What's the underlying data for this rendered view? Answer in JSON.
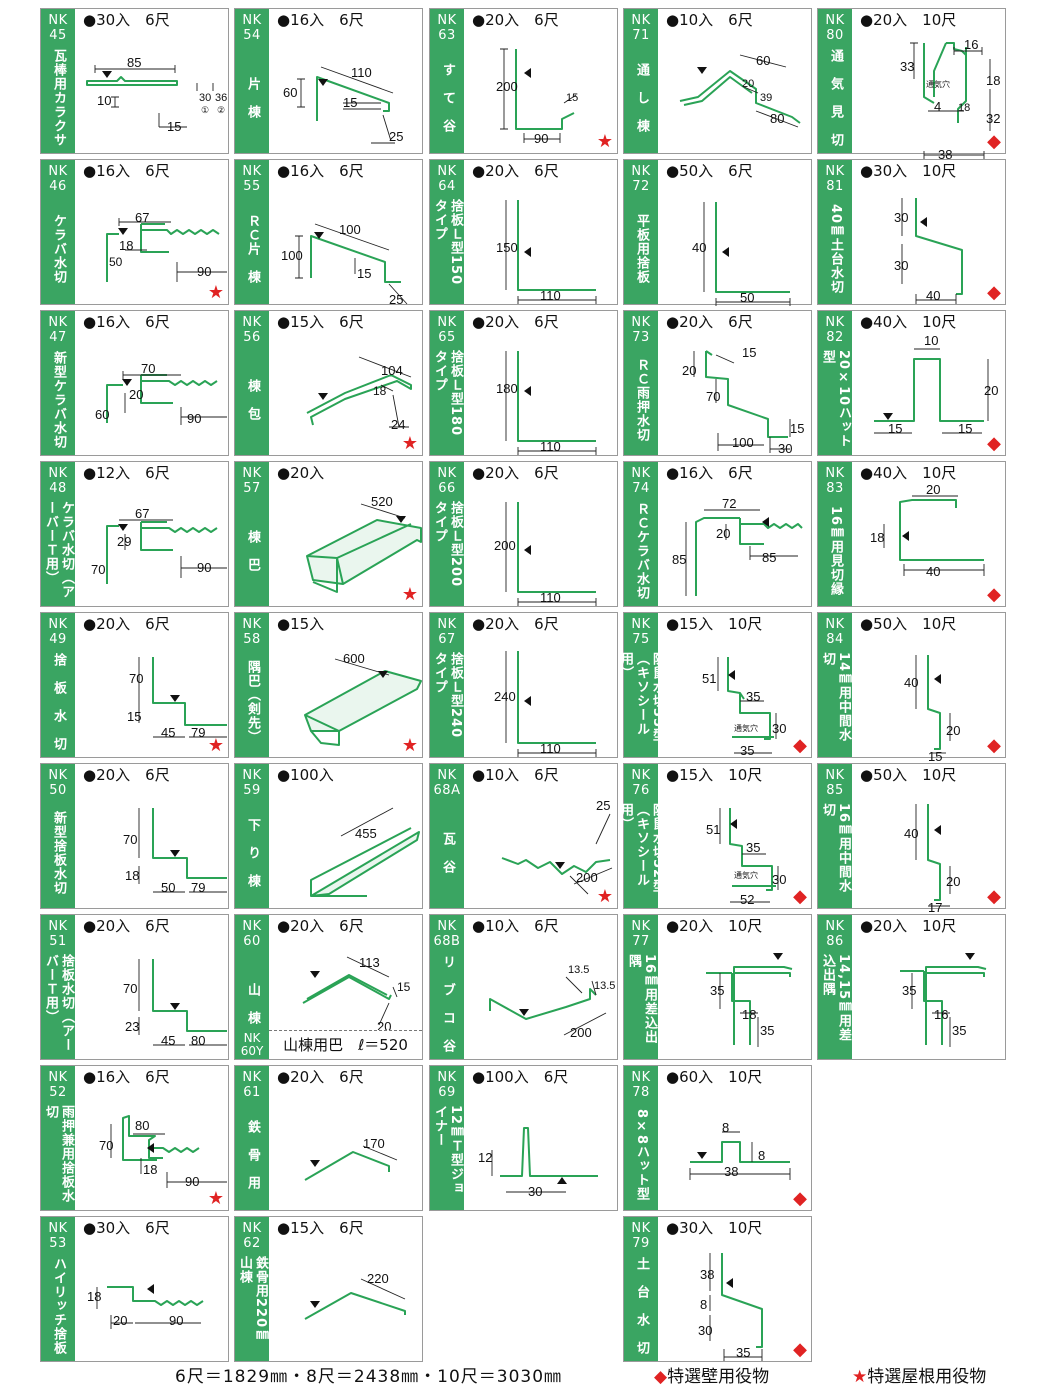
{
  "products": [
    {
      "code": "NK\n45",
      "name": "瓦棒用カラクサ",
      "spec": "●30入　6尺",
      "mark": ""
    },
    {
      "code": "NK\n54",
      "name": "片　棟",
      "spec": "●16入　6尺",
      "mark": ""
    },
    {
      "code": "NK\n63",
      "name": "す　て　谷",
      "spec": "●20入　6尺",
      "mark": "star"
    },
    {
      "code": "NK\n71",
      "name": "通　し　棟",
      "spec": "●10入　6尺",
      "mark": ""
    },
    {
      "code": "NK\n80",
      "name": "通　気　見　切",
      "spec": "●20入　10尺",
      "mark": "diamond"
    },
    {
      "code": "NK\n46",
      "name": "ケラバ水切",
      "spec": "●16入　6尺",
      "mark": "star"
    },
    {
      "code": "NK\n55",
      "name": "ＲＣ片　棟",
      "spec": "●16入　6尺",
      "mark": ""
    },
    {
      "code": "NK\n64",
      "name": "捨板Ｌ型150タイプ",
      "spec": "●20入　6尺",
      "mark": ""
    },
    {
      "code": "NK\n72",
      "name": "平板用捨板",
      "spec": "●50入　6尺",
      "mark": ""
    },
    {
      "code": "NK\n81",
      "name": "40㎜土台水切",
      "spec": "●30入　10尺",
      "mark": "diamond"
    },
    {
      "code": "NK\n47",
      "name": "新型ケラバ水切",
      "spec": "●16入　6尺",
      "mark": ""
    },
    {
      "code": "NK\n56",
      "name": "棟　包",
      "spec": "●15入　6尺",
      "mark": "star"
    },
    {
      "code": "NK\n65",
      "name": "捨板Ｌ型180タイプ",
      "spec": "●20入　6尺",
      "mark": ""
    },
    {
      "code": "NK\n73",
      "name": "ＲＣ雨押水切",
      "spec": "●20入　6尺",
      "mark": ""
    },
    {
      "code": "NK\n82",
      "name": "20×10ハット型",
      "spec": "●40入　10尺",
      "mark": "diamond"
    },
    {
      "code": "NK\n48",
      "name": "ケラバ水切（アーバーＴ用）",
      "spec": "●12入　6尺",
      "mark": ""
    },
    {
      "code": "NK\n57",
      "name": "棟　巴",
      "spec": "●20入",
      "mark": "star"
    },
    {
      "code": "NK\n66",
      "name": "捨板Ｌ型200タイプ",
      "spec": "●20入　6尺",
      "mark": ""
    },
    {
      "code": "NK\n74",
      "name": "ＲＣケラバ水切",
      "spec": "●16入　6尺",
      "mark": ""
    },
    {
      "code": "NK\n83",
      "name": "16㎜用見切縁",
      "spec": "●40入　10尺",
      "mark": "diamond"
    },
    {
      "code": "NK\n49",
      "name": "捨　板　水　切",
      "spec": "●20入　6尺",
      "mark": "star"
    },
    {
      "code": "NK\n58",
      "name": "隅巴（剣先）",
      "spec": "●15入",
      "mark": "star"
    },
    {
      "code": "NK\n67",
      "name": "捨板Ｌ型240タイプ",
      "spec": "●20入　6尺",
      "mark": ""
    },
    {
      "code": "NK\n75",
      "name": "防鼠水切35型（キソシール用）",
      "spec": "●15入　10尺",
      "mark": "diamond"
    },
    {
      "code": "NK\n84",
      "name": "14㎜用中間水切",
      "spec": "●50入　10尺",
      "mark": "diamond"
    },
    {
      "code": "NK\n50",
      "name": "新型捨板水切",
      "spec": "●20入　6尺",
      "mark": ""
    },
    {
      "code": "NK\n59",
      "name": "下　り　棟",
      "spec": "●100入",
      "mark": ""
    },
    {
      "code": "NK\n68A",
      "name": "瓦　谷",
      "spec": "●10入　6尺",
      "mark": "star"
    },
    {
      "code": "NK\n76",
      "name": "防鼠水切52型（キソシール用）",
      "spec": "●15入　10尺",
      "mark": "diamond"
    },
    {
      "code": "NK\n85",
      "name": "16㎜用中間水切",
      "spec": "●50入　10尺",
      "mark": "diamond"
    },
    {
      "code": "NK\n51",
      "name": "捨板水切（アーバーＴ用）",
      "spec": "●20入　6尺",
      "mark": ""
    },
    {
      "code": "NK\n60",
      "name": "山　棟",
      "spec": "●20入　6尺",
      "mark": "",
      "sub_code": "NK\n60Y",
      "sub_label": "山棟用巴　ℓ＝520"
    },
    {
      "code": "NK\n68B",
      "name": "リ　ブ　コ　谷",
      "spec": "●10入　6尺",
      "mark": ""
    },
    {
      "code": "NK\n77",
      "name": "16㎜用差込出隅",
      "spec": "●20入　10尺",
      "mark": ""
    },
    {
      "code": "NK\n86",
      "name": "14,15㎜用差込出隅",
      "spec": "●20入　10尺",
      "mark": ""
    },
    {
      "code": "NK\n52",
      "name": "雨押兼用捨板水切",
      "spec": "●16入　6尺",
      "mark": "star"
    },
    {
      "code": "NK\n61",
      "name": "鉄　骨　用",
      "spec": "●20入　6尺",
      "mark": ""
    },
    {
      "code": "NK\n69",
      "name": "12㎜Ｔ型ジョイナー",
      "spec": "●100入　6尺",
      "mark": ""
    },
    {
      "code": "NK\n78",
      "name": "8×8ハット型",
      "spec": "●60入　10尺",
      "mark": "diamond"
    },
    {
      "code": "NK\n53",
      "name": "ハイリッチ捨板",
      "spec": "●30入　6尺",
      "mark": ""
    },
    {
      "code": "NK\n62",
      "name": "鉄骨用220㎜山棟",
      "spec": "●15入　6尺",
      "mark": ""
    },
    {
      "code": "NK\n79",
      "name": "土　台　水　切",
      "spec": "●30入　10尺",
      "mark": "diamond"
    }
  ],
  "dims": [
    [
      "85",
      "10",
      "15",
      "30",
      "36",
      "①",
      "②"
    ],
    [
      "110",
      "60",
      "15",
      "25"
    ],
    [
      "200",
      "15",
      "90"
    ],
    [
      "60",
      "20",
      "39",
      "80"
    ],
    [
      "16",
      "33",
      "18",
      "4",
      "18",
      "32",
      "38",
      "通気穴"
    ],
    [
      "67",
      "18",
      "50",
      "90"
    ],
    [
      "100",
      "100",
      "15",
      "25"
    ],
    [
      "150",
      "110"
    ],
    [
      "40",
      "50"
    ],
    [
      "30",
      "30",
      "40"
    ],
    [
      "70",
      "20",
      "60",
      "90"
    ],
    [
      "104",
      "18",
      "24"
    ],
    [
      "180",
      "110"
    ],
    [
      "20",
      "15",
      "70",
      "15",
      "100",
      "30"
    ],
    [
      "10",
      "20",
      "15",
      "15"
    ],
    [
      "67",
      "29",
      "70",
      "90"
    ],
    [
      "520"
    ],
    [
      "200",
      "110"
    ],
    [
      "72",
      "20",
      "85",
      "85"
    ],
    [
      "20",
      "18",
      "40"
    ],
    [
      "70",
      "15",
      "45",
      "79"
    ],
    [
      "600"
    ],
    [
      "240",
      "110"
    ],
    [
      "51",
      "35",
      "30",
      "35",
      "通気穴"
    ],
    [
      "40",
      "20",
      "15"
    ],
    [
      "70",
      "18",
      "50",
      "79"
    ],
    [
      "455"
    ],
    [
      "25",
      "200"
    ],
    [
      "51",
      "35",
      "30",
      "52",
      "通気穴"
    ],
    [
      "40",
      "20",
      "17"
    ],
    [
      "70",
      "23",
      "45",
      "80"
    ],
    [
      "113",
      "15",
      "20"
    ],
    [
      "13.5",
      "13.5",
      "200"
    ],
    [
      "35",
      "18",
      "35"
    ],
    [
      "35",
      "16",
      "35"
    ],
    [
      "80",
      "70",
      "18",
      "90"
    ],
    [
      "170"
    ],
    [
      "12",
      "30"
    ],
    [
      "8",
      "8",
      "38"
    ],
    [
      "18",
      "20",
      "90"
    ],
    [
      "220"
    ],
    [
      "38",
      "8",
      "30",
      "35"
    ]
  ],
  "footer": {
    "conversion": "6尺＝1829㎜・8尺＝2438㎜・10尺＝3030㎜",
    "legend_wall": "特選壁用役物",
    "legend_roof": "特選屋根用役物"
  },
  "colors": {
    "green": "#3aa562",
    "red": "#e02323"
  },
  "icons": {
    "star": "red-star-icon",
    "diamond": "red-diamond-icon"
  }
}
